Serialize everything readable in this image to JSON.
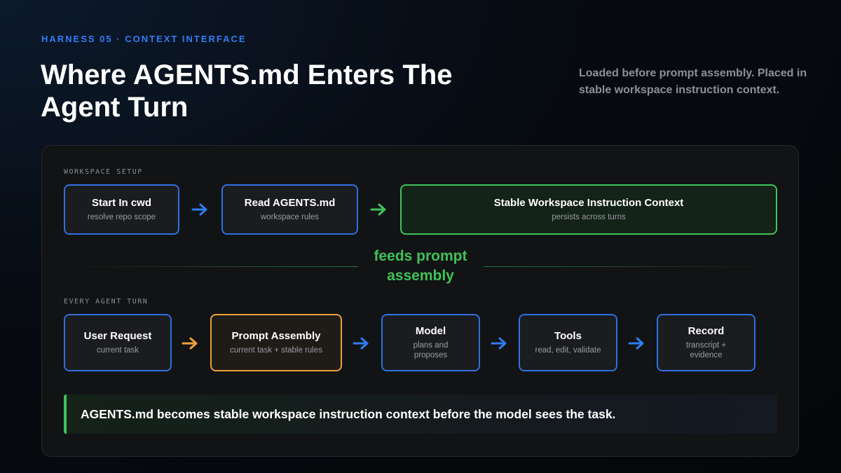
{
  "header": {
    "eyebrow": "HARNESS 05 · CONTEXT INTERFACE",
    "title": "Where AGENTS.md Enters The Agent Turn",
    "subtitle": "Loaded before prompt assembly. Placed in stable workspace instruction context."
  },
  "workspace": {
    "label": "WORKSPACE SETUP",
    "nodes": [
      {
        "title": "Start In cwd",
        "sub": "resolve repo scope"
      },
      {
        "title": "Read AGENTS.md",
        "sub": "workspace rules"
      },
      {
        "title": "Stable Workspace Instruction Context",
        "sub": "persists across turns"
      }
    ]
  },
  "connector": {
    "text": "feeds prompt assembly"
  },
  "turn": {
    "label": "EVERY AGENT TURN",
    "nodes": [
      {
        "title": "User Request",
        "sub": "current task"
      },
      {
        "title": "Prompt Assembly",
        "sub": "current task + stable rules"
      },
      {
        "title": "Model",
        "sub": "plans and proposes"
      },
      {
        "title": "Tools",
        "sub": "read, edit, validate"
      },
      {
        "title": "Record",
        "sub": "transcript + evidence"
      }
    ]
  },
  "callout": {
    "text": "AGENTS.md becomes stable workspace instruction context before the model sees the task."
  },
  "colors": {
    "blue": "#2f7df6",
    "green": "#3fc25a",
    "orange": "#f0a13a"
  }
}
